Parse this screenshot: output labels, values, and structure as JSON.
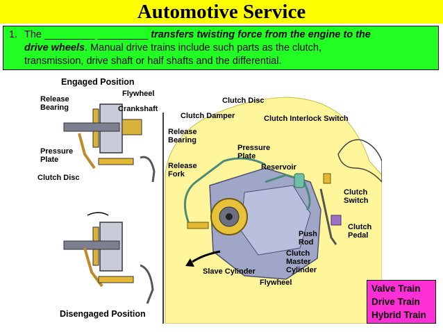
{
  "header": {
    "title": "Automotive Service"
  },
  "question": {
    "number": "1.",
    "prefix": "The _________ _________",
    "emphasis_1": "transfers twisting force from the engine to the",
    "emphasis_2": "drive wheels",
    "rest_1": ". Manual drive trains include such parts as the clutch,",
    "rest_2": "transmission, drive shaft or half shafts and the differential."
  },
  "figure": {
    "engaged_heading": "Engaged Position",
    "disengaged_heading": "Disengaged Position",
    "left_labels": {
      "release_bearing_1": "Release",
      "release_bearing_2": "Bearing",
      "flywheel": "Flywheel",
      "crankshaft": "Crankshaft",
      "pressure_plate_1": "Pressure",
      "pressure_plate_2": "Plate",
      "clutch_disc": "Clutch Disc"
    },
    "right_labels": {
      "clutch_disc": "Clutch Disc",
      "clutch_damper": "Clutch Damper",
      "clutch_interlock_switch": "Clutch Interlock Switch",
      "release_bearing_1": "Release",
      "release_bearing_2": "Bearing",
      "pressure_plate_1": "Pressure",
      "pressure_plate_2": "Plate",
      "reservoir": "Reservoir",
      "release_fork_1": "Release",
      "release_fork_2": "Fork",
      "clutch_switch_1": "Clutch",
      "clutch_switch_2": "Switch",
      "clutch_pedal_1": "Clutch",
      "clutch_pedal_2": "Pedal",
      "push_rod_1": "Push",
      "push_rod_2": "Rod",
      "clutch_master_cylinder_1": "Clutch",
      "clutch_master_cylinder_2": "Master",
      "clutch_master_cylinder_3": "Cylinder",
      "slave_cylinder": "Slave Cylinder",
      "flywheel": "Flywheel"
    }
  },
  "answers": {
    "options": [
      "Valve Train",
      "Drive Train",
      "Hybrid Train"
    ]
  },
  "colors": {
    "title_bar": "#ffff00",
    "question_box": "#22ff22",
    "answer_box": "#ff2fd6",
    "engine_compartment": "#fff59a",
    "engine_block": "#9fa6c8"
  }
}
